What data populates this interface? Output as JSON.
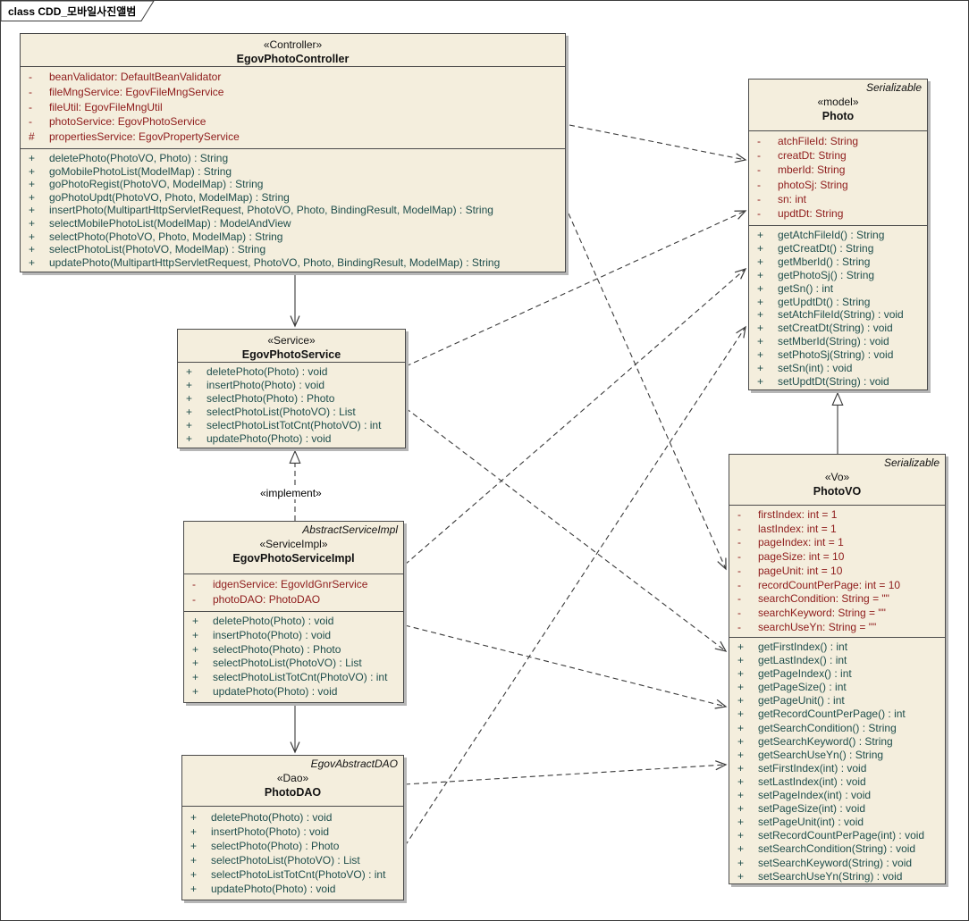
{
  "frame": {
    "title": "class CDD_모바일사진앨범"
  },
  "colors": {
    "box_fill": "#f4eedd",
    "box_border": "#4a4a4a",
    "attribute_text": "#8e1b1b",
    "operation_text": "#1f4e4c",
    "connector": "#3a3a3a",
    "background": "#ffffff"
  },
  "connector_labels": {
    "implement": "«implement»"
  },
  "classes": {
    "controller": {
      "stereotype": "«Controller»",
      "name": "EgovPhotoController",
      "attributes": [
        {
          "v": "-",
          "t": "beanValidator:  DefaultBeanValidator"
        },
        {
          "v": "-",
          "t": "fileMngService:  EgovFileMngService"
        },
        {
          "v": "-",
          "t": "fileUtil:  EgovFileMngUtil"
        },
        {
          "v": "-",
          "t": "photoService:  EgovPhotoService"
        },
        {
          "v": "#",
          "t": "propertiesService:  EgovPropertyService"
        }
      ],
      "operations": [
        {
          "v": "+",
          "t": "deletePhoto(PhotoVO, Photo) : String"
        },
        {
          "v": "+",
          "t": "goMobilePhotoList(ModelMap) : String"
        },
        {
          "v": "+",
          "t": "goPhotoRegist(PhotoVO, ModelMap) : String"
        },
        {
          "v": "+",
          "t": "goPhotoUpdt(PhotoVO, Photo, ModelMap) : String"
        },
        {
          "v": "+",
          "t": "insertPhoto(MultipartHttpServletRequest, PhotoVO, Photo, BindingResult, ModelMap) : String"
        },
        {
          "v": "+",
          "t": "selectMobilePhotoList(ModelMap) : ModelAndView"
        },
        {
          "v": "+",
          "t": "selectPhoto(PhotoVO, Photo, ModelMap) : String"
        },
        {
          "v": "+",
          "t": "selectPhotoList(PhotoVO, ModelMap) : String"
        },
        {
          "v": "+",
          "t": "updatePhoto(MultipartHttpServletRequest, PhotoVO, Photo, BindingResult, ModelMap) : String"
        }
      ]
    },
    "photo": {
      "tag": "Serializable",
      "stereotype": "«model»",
      "name": "Photo",
      "attributes": [
        {
          "v": "-",
          "t": "atchFileId:  String"
        },
        {
          "v": "-",
          "t": "creatDt:  String"
        },
        {
          "v": "-",
          "t": "mberId:  String"
        },
        {
          "v": "-",
          "t": "photoSj:  String"
        },
        {
          "v": "-",
          "t": "sn:  int"
        },
        {
          "v": "-",
          "t": "updtDt:  String"
        }
      ],
      "operations": [
        {
          "v": "+",
          "t": "getAtchFileId() : String"
        },
        {
          "v": "+",
          "t": "getCreatDt() : String"
        },
        {
          "v": "+",
          "t": "getMberId() : String"
        },
        {
          "v": "+",
          "t": "getPhotoSj() : String"
        },
        {
          "v": "+",
          "t": "getSn() : int"
        },
        {
          "v": "+",
          "t": "getUpdtDt() : String"
        },
        {
          "v": "+",
          "t": "setAtchFileId(String) : void"
        },
        {
          "v": "+",
          "t": "setCreatDt(String) : void"
        },
        {
          "v": "+",
          "t": "setMberId(String) : void"
        },
        {
          "v": "+",
          "t": "setPhotoSj(String) : void"
        },
        {
          "v": "+",
          "t": "setSn(int) : void"
        },
        {
          "v": "+",
          "t": "setUpdtDt(String) : void"
        }
      ]
    },
    "service": {
      "stereotype": "«Service»",
      "name": "EgovPhotoService",
      "operations": [
        {
          "v": "+",
          "t": "deletePhoto(Photo) : void"
        },
        {
          "v": "+",
          "t": "insertPhoto(Photo) : void"
        },
        {
          "v": "+",
          "t": "selectPhoto(Photo) : Photo"
        },
        {
          "v": "+",
          "t": "selectPhotoList(PhotoVO) : List"
        },
        {
          "v": "+",
          "t": "selectPhotoListTotCnt(PhotoVO) : int"
        },
        {
          "v": "+",
          "t": "updatePhoto(Photo) : void"
        }
      ]
    },
    "serviceimpl": {
      "tag": "AbstractServiceImpl",
      "stereotype": "«ServiceImpl»",
      "name": "EgovPhotoServiceImpl",
      "attributes": [
        {
          "v": "-",
          "t": "idgenService:  EgovIdGnrService"
        },
        {
          "v": "-",
          "t": "photoDAO:  PhotoDAO"
        }
      ],
      "operations": [
        {
          "v": "+",
          "t": "deletePhoto(Photo) : void"
        },
        {
          "v": "+",
          "t": "insertPhoto(Photo) : void"
        },
        {
          "v": "+",
          "t": "selectPhoto(Photo) : Photo"
        },
        {
          "v": "+",
          "t": "selectPhotoList(PhotoVO) : List"
        },
        {
          "v": "+",
          "t": "selectPhotoListTotCnt(PhotoVO) : int"
        },
        {
          "v": "+",
          "t": "updatePhoto(Photo) : void"
        }
      ]
    },
    "dao": {
      "tag": "EgovAbstractDAO",
      "stereotype": "«Dao»",
      "name": "PhotoDAO",
      "operations": [
        {
          "v": "+",
          "t": "deletePhoto(Photo) : void"
        },
        {
          "v": "+",
          "t": "insertPhoto(Photo) : void"
        },
        {
          "v": "+",
          "t": "selectPhoto(Photo) : Photo"
        },
        {
          "v": "+",
          "t": "selectPhotoList(PhotoVO) : List"
        },
        {
          "v": "+",
          "t": "selectPhotoListTotCnt(PhotoVO) : int"
        },
        {
          "v": "+",
          "t": "updatePhoto(Photo) : void"
        }
      ]
    },
    "photovo": {
      "tag": "Serializable",
      "stereotype": "«Vo»",
      "name": "PhotoVO",
      "attributes": [
        {
          "v": "-",
          "t": "firstIndex:  int = 1"
        },
        {
          "v": "-",
          "t": "lastIndex:  int = 1"
        },
        {
          "v": "-",
          "t": "pageIndex:  int = 1"
        },
        {
          "v": "-",
          "t": "pageSize:  int = 10"
        },
        {
          "v": "-",
          "t": "pageUnit:  int = 10"
        },
        {
          "v": "-",
          "t": "recordCountPerPage:  int = 10"
        },
        {
          "v": "-",
          "t": "searchCondition:  String = \"\""
        },
        {
          "v": "-",
          "t": "searchKeyword:  String = \"\""
        },
        {
          "v": "-",
          "t": "searchUseYn:  String = \"\""
        }
      ],
      "operations": [
        {
          "v": "+",
          "t": "getFirstIndex() : int"
        },
        {
          "v": "+",
          "t": "getLastIndex() : int"
        },
        {
          "v": "+",
          "t": "getPageIndex() : int"
        },
        {
          "v": "+",
          "t": "getPageSize() : int"
        },
        {
          "v": "+",
          "t": "getPageUnit() : int"
        },
        {
          "v": "+",
          "t": "getRecordCountPerPage() : int"
        },
        {
          "v": "+",
          "t": "getSearchCondition() : String"
        },
        {
          "v": "+",
          "t": "getSearchKeyword() : String"
        },
        {
          "v": "+",
          "t": "getSearchUseYn() : String"
        },
        {
          "v": "+",
          "t": "setFirstIndex(int) : void"
        },
        {
          "v": "+",
          "t": "setLastIndex(int) : void"
        },
        {
          "v": "+",
          "t": "setPageIndex(int) : void"
        },
        {
          "v": "+",
          "t": "setPageSize(int) : void"
        },
        {
          "v": "+",
          "t": "setPageUnit(int) : void"
        },
        {
          "v": "+",
          "t": "setRecordCountPerPage(int) : void"
        },
        {
          "v": "+",
          "t": "setSearchCondition(String) : void"
        },
        {
          "v": "+",
          "t": "setSearchKeyword(String) : void"
        },
        {
          "v": "+",
          "t": "setSearchUseYn(String) : void"
        }
      ]
    }
  },
  "relationships": [
    {
      "type": "association",
      "from": "EgovPhotoController",
      "to": "EgovPhotoService"
    },
    {
      "type": "realization",
      "from": "EgovPhotoServiceImpl",
      "to": "EgovPhotoService",
      "label": "«implement»"
    },
    {
      "type": "association",
      "from": "EgovPhotoServiceImpl",
      "to": "PhotoDAO"
    },
    {
      "type": "generalization",
      "from": "PhotoVO",
      "to": "Photo"
    },
    {
      "type": "dependency",
      "from": "EgovPhotoController",
      "to": "Photo"
    },
    {
      "type": "dependency",
      "from": "EgovPhotoController",
      "to": "PhotoVO"
    },
    {
      "type": "dependency",
      "from": "EgovPhotoService",
      "to": "Photo"
    },
    {
      "type": "dependency",
      "from": "EgovPhotoService",
      "to": "PhotoVO"
    },
    {
      "type": "dependency",
      "from": "EgovPhotoServiceImpl",
      "to": "Photo"
    },
    {
      "type": "dependency",
      "from": "EgovPhotoServiceImpl",
      "to": "PhotoVO"
    },
    {
      "type": "dependency",
      "from": "PhotoDAO",
      "to": "Photo"
    },
    {
      "type": "dependency",
      "from": "PhotoDAO",
      "to": "PhotoVO"
    }
  ]
}
